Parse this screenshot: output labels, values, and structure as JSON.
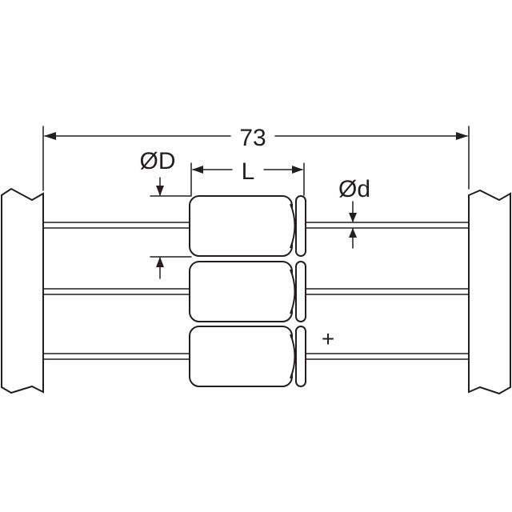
{
  "diagram": {
    "overall_length": "73",
    "body_diameter": "ØD",
    "body_length": "L",
    "lead_diameter": "Ød",
    "polarity": "+"
  },
  "colors": {
    "line": "#231f20",
    "background": "#ffffff"
  }
}
